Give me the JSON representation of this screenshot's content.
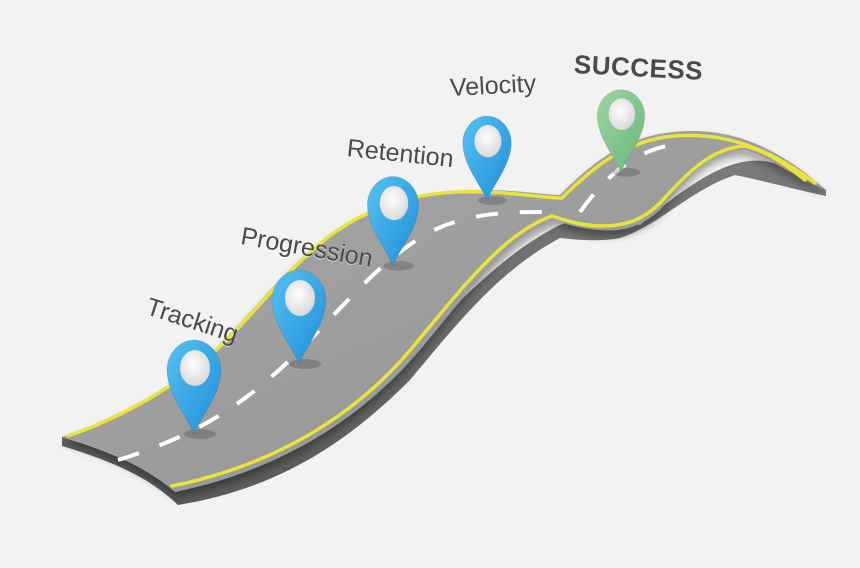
{
  "milestones": [
    {
      "label": "Tracking",
      "color": "#2b9fe0"
    },
    {
      "label": "Progression",
      "color": "#2b9fe0"
    },
    {
      "label": "Retention",
      "color": "#2b9fe0"
    },
    {
      "label": "Velocity",
      "color": "#2b9fe0"
    }
  ],
  "goal": {
    "label": "SUCCESS",
    "color": "#7fc38a"
  },
  "road": {
    "surface_color": "#9d9d9d",
    "edge_line_color": "#e9e33a",
    "center_line_color": "#ffffff"
  }
}
